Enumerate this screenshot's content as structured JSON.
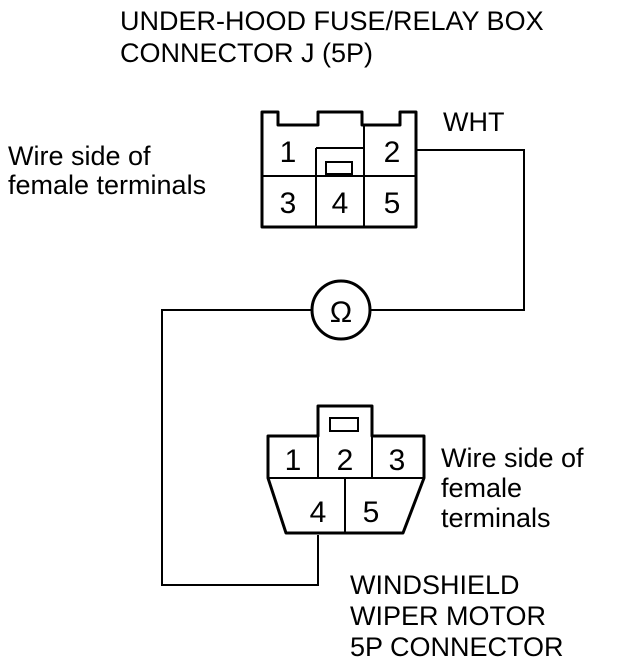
{
  "connector_j": {
    "title_line1": "UNDER-HOOD FUSE/RELAY BOX",
    "title_line2": "CONNECTOR J (5P)",
    "side_label_line1": "Wire side of",
    "side_label_line2": "female terminals",
    "wire_color": "WHT",
    "pins": [
      "1",
      "2",
      "3",
      "4",
      "5"
    ]
  },
  "meter": {
    "symbol": "Ω",
    "icon": "ohmmeter-icon"
  },
  "wiper_connector": {
    "side_label_line1": "Wire side of",
    "side_label_line2": "female",
    "side_label_line3": "terminals",
    "title_line1": "WINDSHIELD",
    "title_line2": "WIPER MOTOR",
    "title_line3": "5P CONNECTOR",
    "pins": [
      "1",
      "2",
      "3",
      "4",
      "5"
    ]
  },
  "colors": {
    "line": "#000000",
    "background": "#ffffff"
  }
}
